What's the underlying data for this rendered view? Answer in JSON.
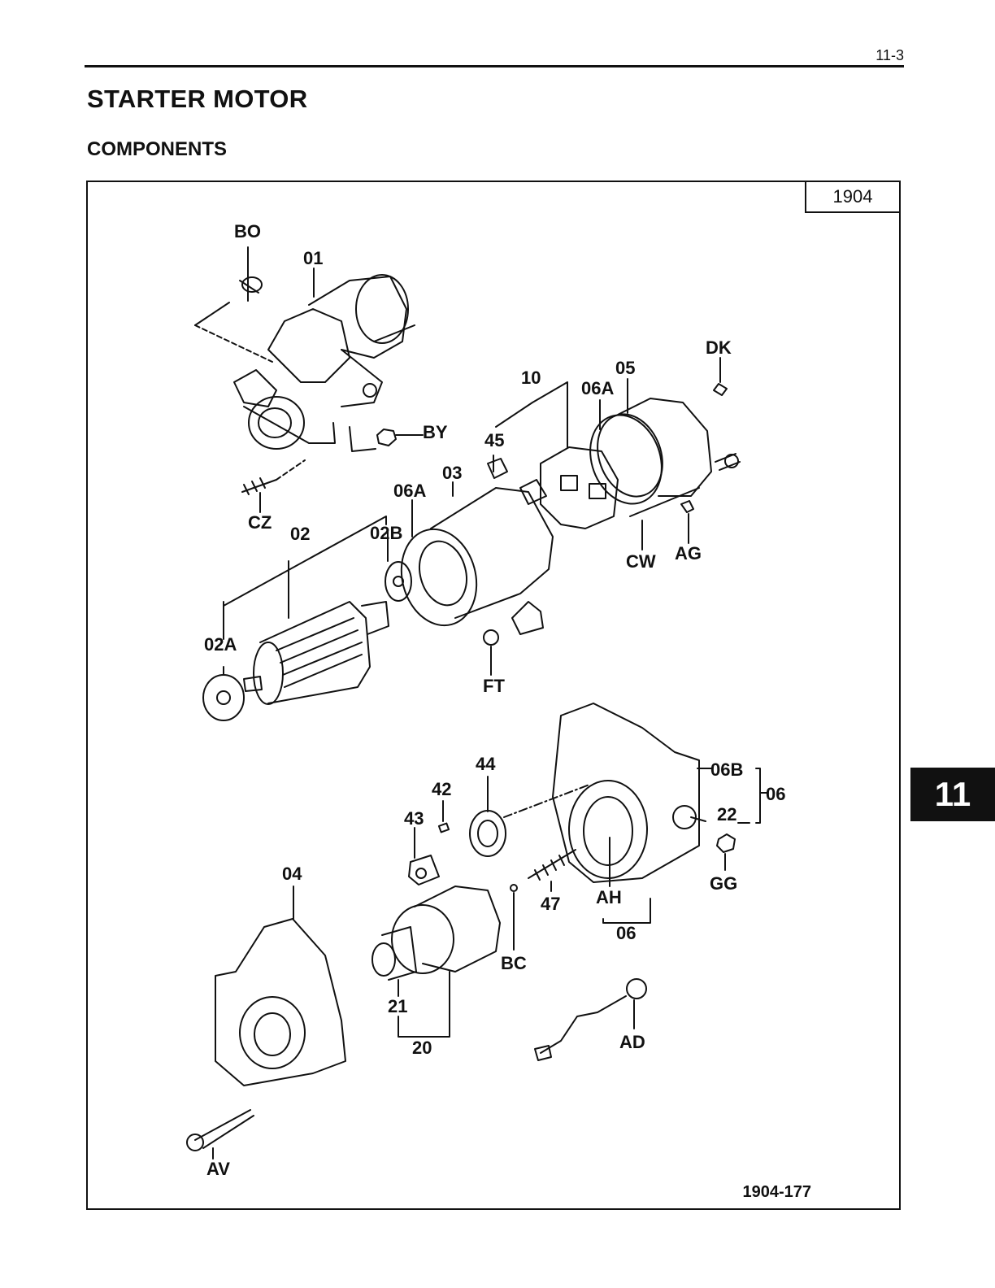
{
  "header": {
    "page_number": "11-3"
  },
  "title": "STARTER MOTOR",
  "subtitle": "COMPONENTS",
  "figure": {
    "ref_box": "1904",
    "figure_id": "1904-177",
    "callouts": [
      "BO",
      "01",
      "DK",
      "10",
      "05",
      "06A",
      "45",
      "BY",
      "03",
      "06A",
      "CZ",
      "02",
      "02B",
      "CW",
      "AG",
      "02A",
      "FT",
      "44",
      "06B",
      "06",
      "42",
      "22",
      "43",
      "GG",
      "04",
      "47",
      "AH",
      "06",
      "BC",
      "21",
      "20",
      "AD",
      "AV"
    ]
  },
  "section_tab": "11"
}
